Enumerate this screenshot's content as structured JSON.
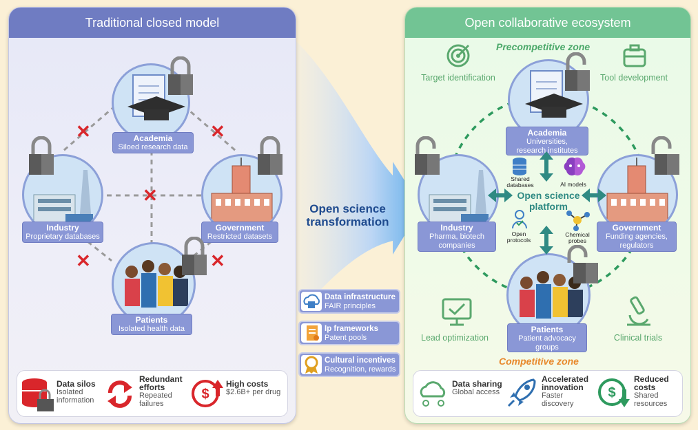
{
  "left_panel": {
    "title": "Traditional closed model",
    "nodes": {
      "academia": {
        "title": "Academia",
        "sub": "Siloed research data"
      },
      "industry": {
        "title": "Industry",
        "sub": "Proprietary databases"
      },
      "government": {
        "title": "Government",
        "sub": "Restricted datasets"
      },
      "patients": {
        "title": "Patients",
        "sub": "Isolated health data"
      }
    },
    "bottom": [
      {
        "title": "Data silos",
        "sub1": "Isolated",
        "sub2": "information"
      },
      {
        "title": "Redundant",
        "title2": "efforts",
        "sub1": "Repeated",
        "sub2": "failures"
      },
      {
        "title": "High costs",
        "sub1": "$2.6B+ per drug"
      }
    ]
  },
  "middle": {
    "transformation_line1": "Open science",
    "transformation_line2": "transformation",
    "cards": [
      {
        "title": "Data infrastructure",
        "sub": "FAIR principles"
      },
      {
        "title": "Ip frameworks",
        "sub": "Patent pools"
      },
      {
        "title": "Cultural incentives",
        "sub": "Recognition, rewards"
      }
    ]
  },
  "right_panel": {
    "title": "Open collaborative ecosystem",
    "precompetitive": "Precompetitive zone",
    "competitive": "Competitive zone",
    "features": {
      "target": "Target identification",
      "tool": "Tool development",
      "lead": "Lead optimization",
      "clinical": "Clinical trials"
    },
    "platform_line1": "Open science",
    "platform_line2": "platform",
    "resources": {
      "shared1": "Shared",
      "shared2": "databases",
      "ai": "AI models",
      "open1": "Open",
      "open2": "protocols",
      "chem1": "Chemical",
      "chem2": "probes"
    },
    "nodes": {
      "academia": {
        "title": "Academia",
        "sub1": "Universities,",
        "sub2": "research institutes"
      },
      "industry": {
        "title": "Industry",
        "sub1": "Pharma, biotech",
        "sub2": "companies"
      },
      "government": {
        "title": "Government",
        "sub1": "Funding agencies,",
        "sub2": "regulators"
      },
      "patients": {
        "title": "Patients",
        "sub1": "Patient advocacy",
        "sub2": "groups"
      }
    },
    "bottom": [
      {
        "title": "Data sharing",
        "sub1": "Global access"
      },
      {
        "title": "Accelerated",
        "title2": "innovation",
        "sub1": "Faster",
        "sub2": "discovery"
      },
      {
        "title": "Reduced",
        "title2": "costs",
        "sub1": "Shared",
        "sub2": "resources"
      }
    ]
  },
  "colors": {
    "red": "#d9262b",
    "teal": "#2f8a83",
    "green": "#5aa86e",
    "orange": "#e8892c",
    "blue": "#6f7cc2"
  }
}
